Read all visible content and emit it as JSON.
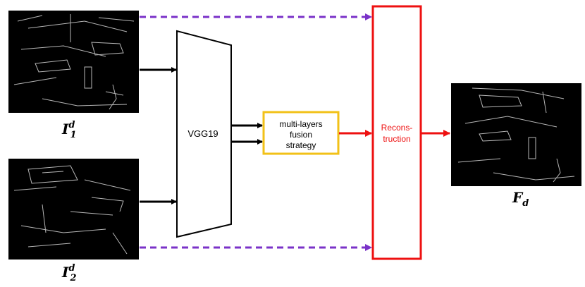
{
  "inputs": {
    "top_label": {
      "base": "I",
      "sup": "d",
      "sub": "1"
    },
    "bottom_label": {
      "base": "I",
      "sup": "d",
      "sub": "2"
    }
  },
  "encoder": {
    "label": "VGG19"
  },
  "fusion": {
    "lines": [
      "multi-layers",
      "fusion",
      "strategy"
    ]
  },
  "reconstruction": {
    "lines": [
      "Recons-",
      "truction"
    ]
  },
  "output": {
    "label": {
      "base": "F",
      "sub": "d"
    }
  },
  "colors": {
    "fusion_border": "#f2c118",
    "reconstruction": "#ee1111",
    "skip_arrow": "#7a32c8",
    "arrow": "#000000",
    "image_bg": "#000000"
  }
}
